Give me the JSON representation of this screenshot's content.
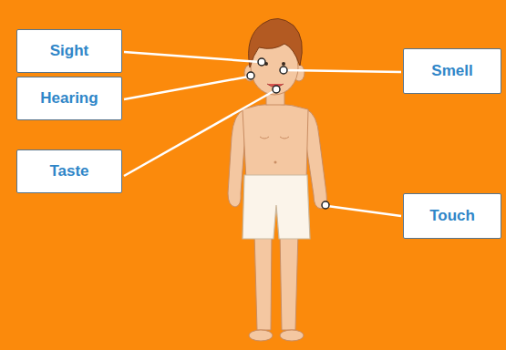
{
  "diagram": {
    "nodes": [
      {
        "text": [
          "Sight"
        ]
      },
      {
        "text": [
          "Smell"
        ]
      },
      {
        "text": [
          "Hearing"
        ]
      },
      {
        "text": [
          "Taste"
        ]
      },
      {
        "text": [
          "Touch"
        ]
      }
    ]
  }
}
